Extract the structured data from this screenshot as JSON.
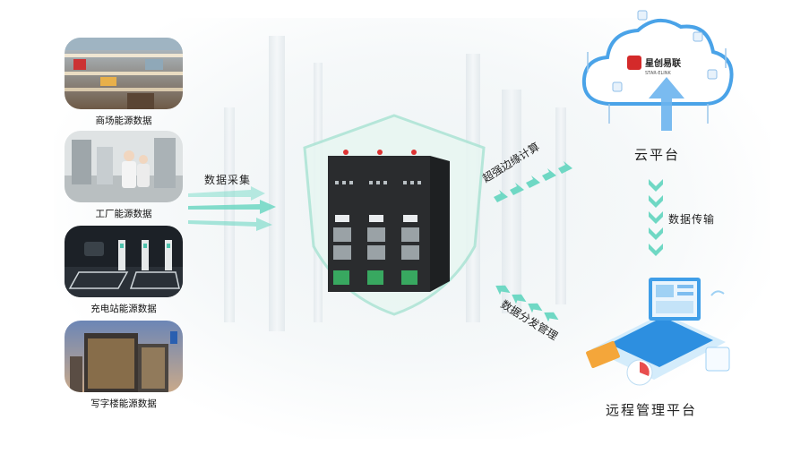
{
  "sources": [
    {
      "label": "商场能源数据",
      "icon": "mall-photo"
    },
    {
      "label": "工厂能源数据",
      "icon": "factory-photo"
    },
    {
      "label": "充电站能源数据",
      "icon": "charging-station-photo"
    },
    {
      "label": "写字楼能源数据",
      "icon": "office-building-photo"
    }
  ],
  "flows": {
    "collect": "数据采集",
    "edge_compute": "超强边缘计算",
    "transfer": "数据传输",
    "distribute": "数据分发管理"
  },
  "cloud": {
    "label": "云平台",
    "logo_text": "星创易联",
    "logo_subtext": "STAR-ELINK"
  },
  "management": {
    "label": "远程管理平台"
  },
  "colors": {
    "arrow_teal": "#6fd8c4",
    "cloud_blue": "#4aa3e8",
    "logo_red": "#d42a2a",
    "device_black": "#2a2c2e"
  }
}
